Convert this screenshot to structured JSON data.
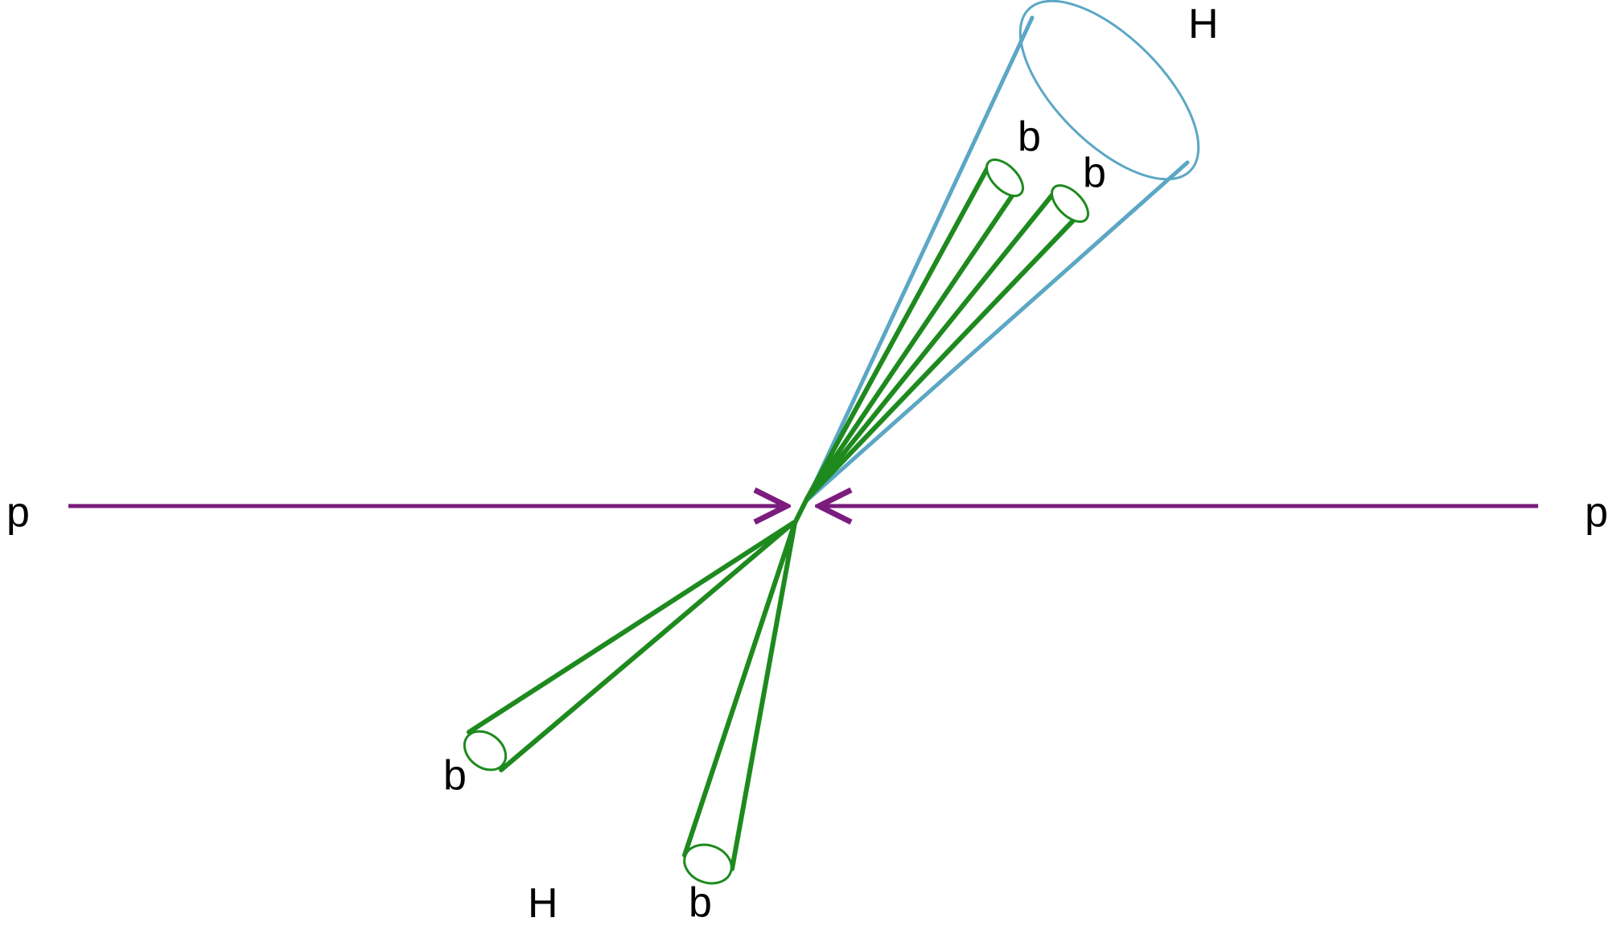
{
  "colors": {
    "beam": "#7b1c7e",
    "b_jet": "#1e8a1e",
    "higgs_cone": "#5ba7c4",
    "text": "#000000"
  },
  "labels": {
    "proton_left": "p",
    "proton_right": "p",
    "higgs_top": "H",
    "higgs_bottom": "H",
    "b_top_left": "b",
    "b_top_right": "b",
    "b_bottom_left": "b",
    "b_bottom_right": "b"
  }
}
